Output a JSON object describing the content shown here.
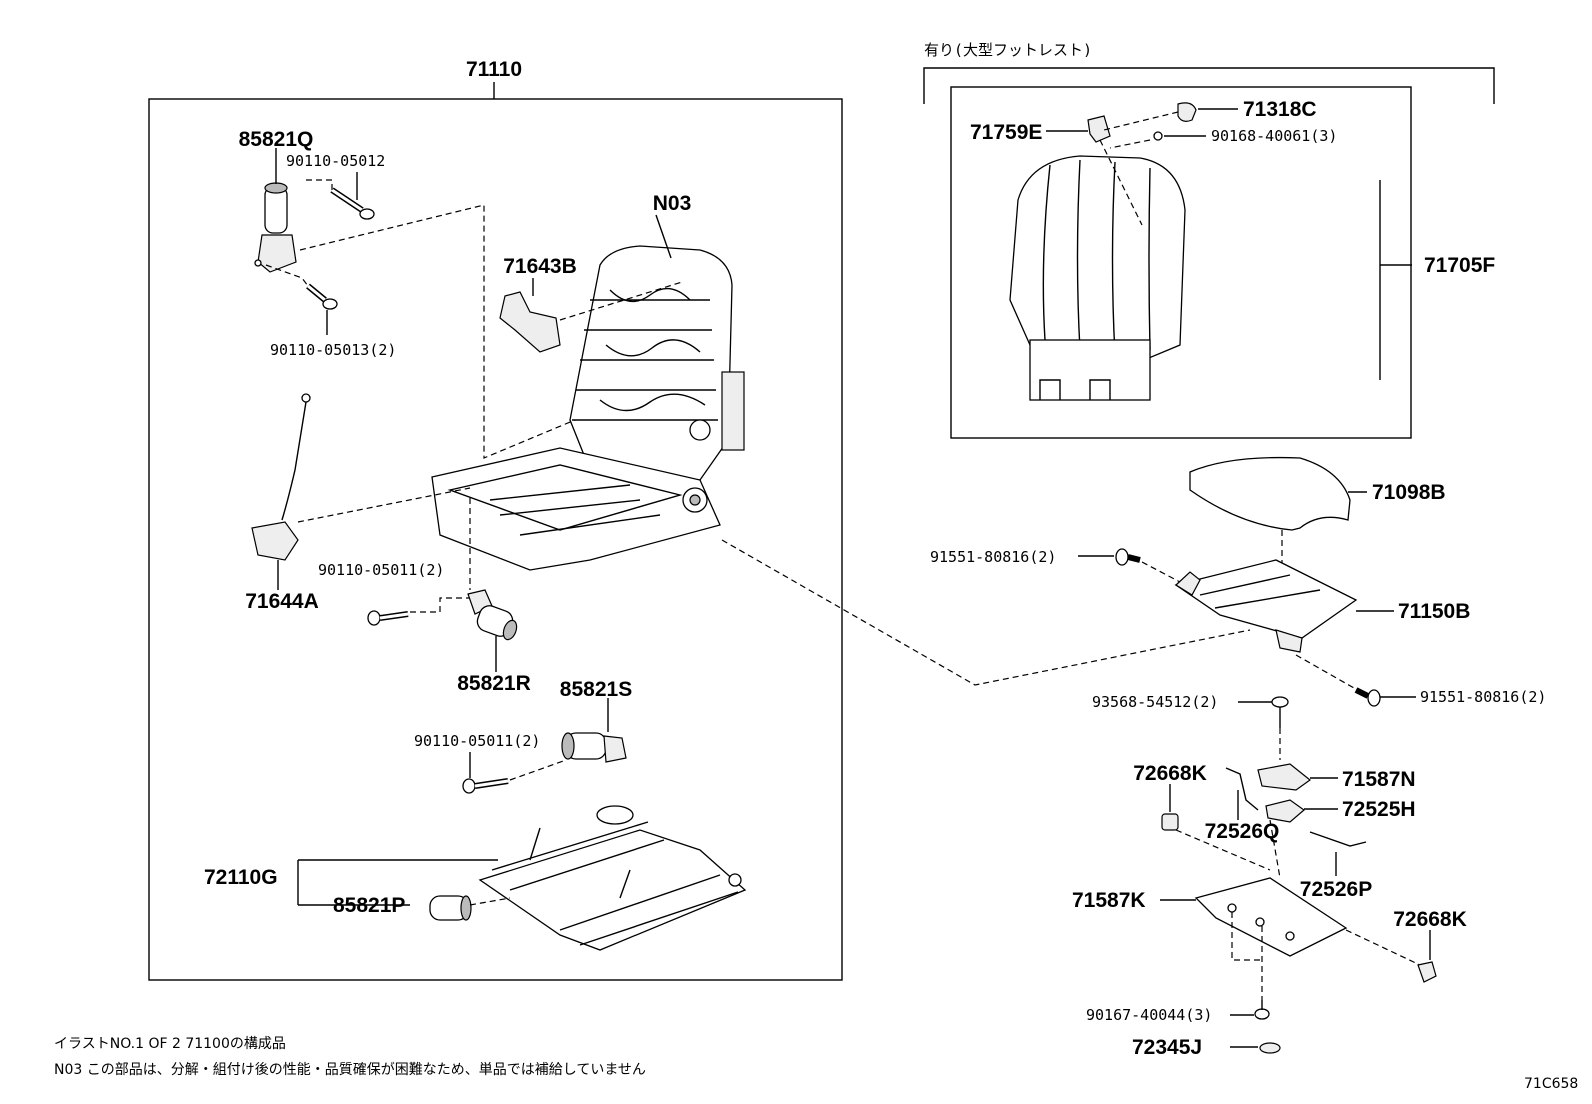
{
  "labels": {
    "assy": "71110",
    "footrest_header": "有り(大型フットレスト)",
    "p_85821q": "85821Q",
    "p_90110_05012": "90110-05012",
    "p_90110_05013": "90110-05013(2)",
    "p_n03": "N03",
    "p_71643b": "71643B",
    "p_71644a": "71644A",
    "p_90110_05011_a": "90110-05011(2)",
    "p_85821r": "85821R",
    "p_85821s": "85821S",
    "p_90110_05011_b": "90110-05011(2)",
    "p_72110g": "72110G",
    "p_85821p": "85821P",
    "p_71318c": "71318C",
    "p_71759e": "71759E",
    "p_90168_40061": "90168-40061(3)",
    "p_71705f": "71705F",
    "p_71098b": "71098B",
    "p_91551_80816_a": "91551-80816(2)",
    "p_71150b": "71150B",
    "p_91551_80816_b": "91551-80816(2)",
    "p_93568_54512": "93568-54512(2)",
    "p_72668k_a": "72668K",
    "p_71587n": "71587N",
    "p_72526q": "72526Q",
    "p_72525h": "72525H",
    "p_72526p": "72526P",
    "p_71587k": "71587K",
    "p_72668k_b": "72668K",
    "p_90167_40044": "90167-40044(3)",
    "p_72345j": "72345J"
  },
  "notes": {
    "line1": "イラストNO.1 OF 2 71100の構成品",
    "line2": "N03 この部品は、分解・組付け後の性能・品質確保が困難なため、単品では補給していません"
  },
  "ref_code": "71C658"
}
